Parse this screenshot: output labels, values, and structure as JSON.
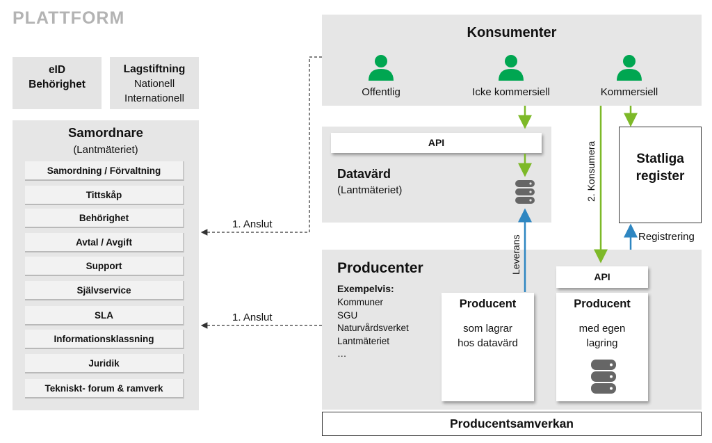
{
  "platform": {
    "title": "PLATTFORM"
  },
  "eid_box": {
    "line1": "eID",
    "line2": "Behörighet"
  },
  "lag_box": {
    "title": "Lagstiftning",
    "line1": "Nationell",
    "line2": "Internationell"
  },
  "samordnare": {
    "title": "Samordnare",
    "subtitle": "(Lantmäteriet)",
    "items": [
      "Samordning / Förvaltning",
      "Tittskåp",
      "Behörighet",
      "Avtal / Avgift",
      "Support",
      "Självservice",
      "SLA",
      "Informationsklassning",
      "Juridik",
      "Tekniskt- forum & ramverk"
    ]
  },
  "konsumenter": {
    "title": "Konsumenter",
    "groups": [
      {
        "label": "Offentlig",
        "icon": "person-icon"
      },
      {
        "label": "Icke kommersiell",
        "icon": "person-icon"
      },
      {
        "label": "Kommersiell",
        "icon": "person-icon"
      }
    ]
  },
  "datavard": {
    "api": "API",
    "title": "Datavärd",
    "subtitle": "(Lantmäteriet)",
    "icon": "database-icon"
  },
  "statliga": {
    "line1": "Statliga",
    "line2": "register"
  },
  "arrows": {
    "anslut_top": "1. Anslut",
    "anslut_bottom": "1. Anslut",
    "konsumera": "2. Konsumera",
    "leverans": "Leverans",
    "registrering": "Registrering"
  },
  "producenter": {
    "title": "Producenter",
    "examples_title": "Exempelvis:",
    "examples": [
      "Kommuner",
      "SGU",
      "Naturvårdsverket",
      "Lantmäteriet",
      "…"
    ],
    "producent_a": {
      "title": "Producent",
      "line1": "som lagrar",
      "line2": "hos datavärd"
    },
    "producent_b": {
      "api": "API",
      "title": "Producent",
      "line1": "med egen",
      "line2": "lagring",
      "icon": "database-icon"
    }
  },
  "samverkan": {
    "label": "Producentsamverkan"
  },
  "colors": {
    "green": "#7db928",
    "blue": "#2e86c1",
    "person": "#00a651",
    "panel": "#e6e6e6"
  }
}
